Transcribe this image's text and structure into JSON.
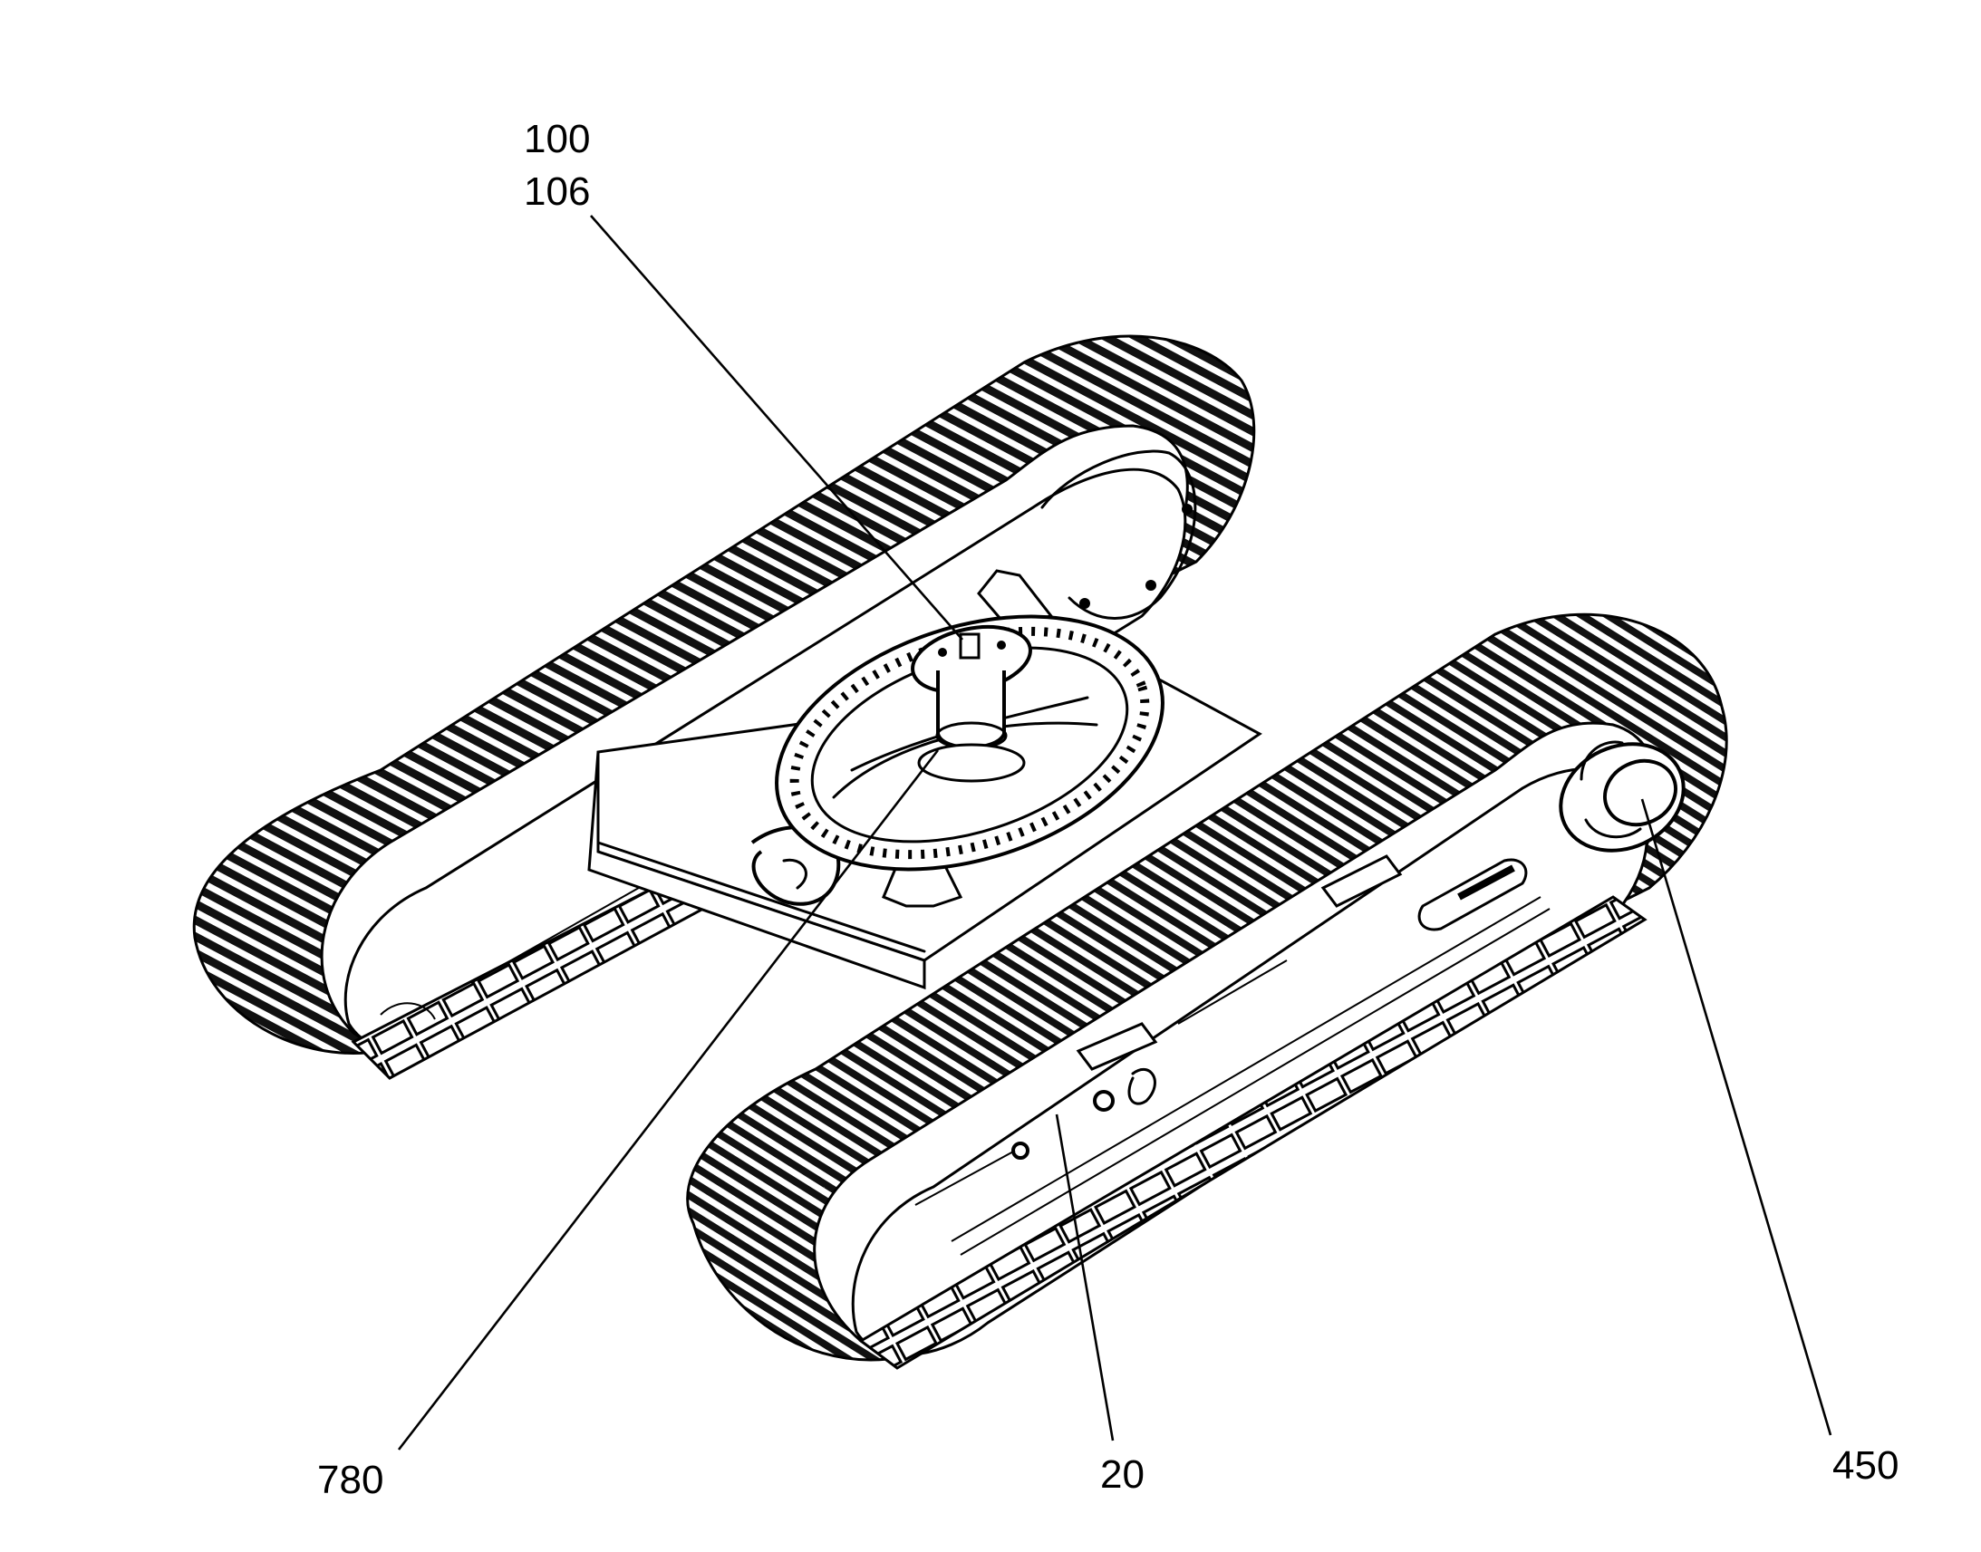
{
  "figure": {
    "subject": "crawler track undercarriage with slewing ring",
    "reference_labels": {
      "label_100": "100",
      "label_106": "106",
      "label_780": "780",
      "label_20": "20",
      "label_450": "450"
    }
  }
}
